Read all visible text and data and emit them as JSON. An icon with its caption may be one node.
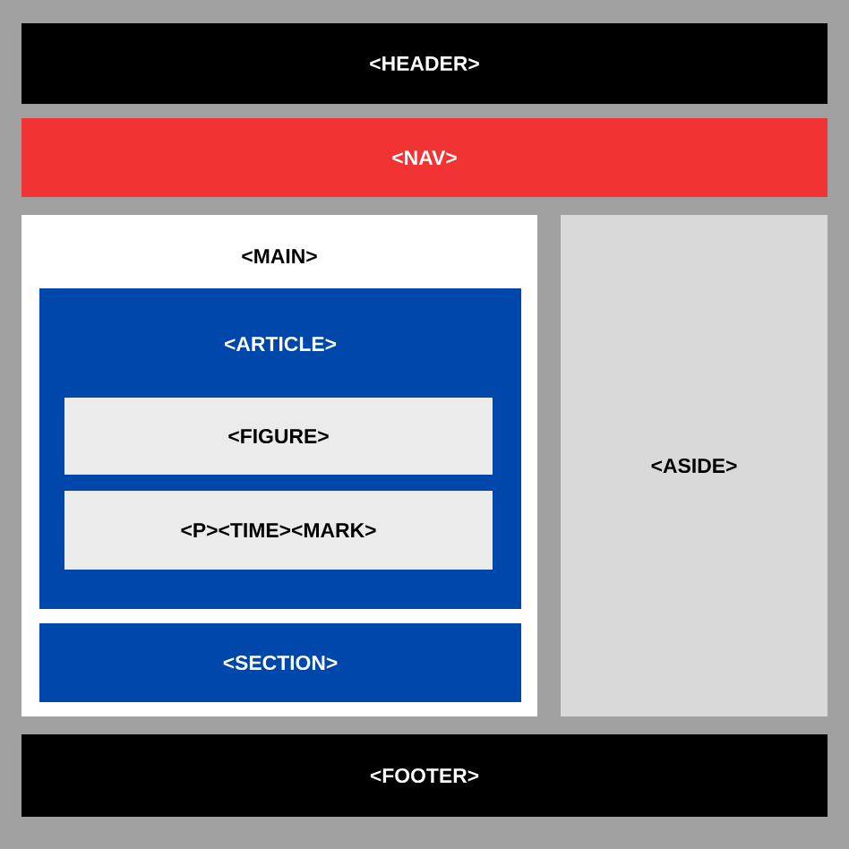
{
  "diagram": {
    "nodes": [
      {
        "text": [
          "<HEADER>"
        ]
      },
      {
        "text": [
          "<NAV>"
        ]
      },
      {
        "text": [
          "<MAIN>"
        ]
      },
      {
        "text": [
          "<ARTICLE>"
        ],
        "in": 2
      },
      {
        "text": [
          "<FIGURE>"
        ],
        "in": 3
      },
      {
        "text": [
          "<P><TIME><MARK>"
        ],
        "in": 3
      },
      {
        "text": [
          "<SECTION>"
        ],
        "in": 2
      },
      {
        "text": [
          "<ASIDE>"
        ]
      },
      {
        "text": [
          "<FOOTER>"
        ]
      }
    ]
  }
}
